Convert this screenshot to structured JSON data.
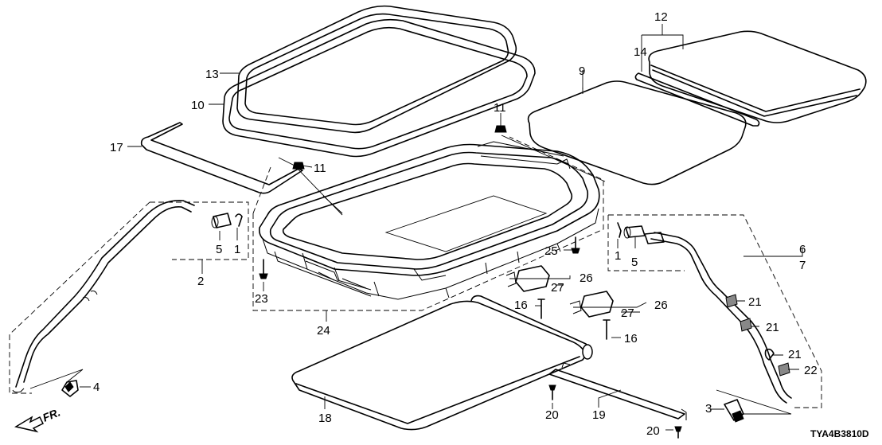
{
  "diagram": {
    "code": "TYA4B3810D",
    "direction_label": "FR.",
    "callouts": {
      "c1a": "1",
      "c1b": "1",
      "c2": "2",
      "c3": "3",
      "c4": "4",
      "c5a": "5",
      "c5b": "5",
      "c6": "6",
      "c7": "7",
      "c9": "9",
      "c10": "10",
      "c11a": "11",
      "c11b": "11",
      "c12": "12",
      "c13": "13",
      "c14": "14",
      "c16a": "16",
      "c16b": "16",
      "c17": "17",
      "c18": "18",
      "c19": "19",
      "c20a": "20",
      "c20b": "20",
      "c21a": "21",
      "c21b": "21",
      "c21c": "21",
      "c22": "22",
      "c23": "23",
      "c24": "24",
      "c25": "25",
      "c26a": "26",
      "c26b": "26",
      "c27a": "27",
      "c27b": "27"
    }
  }
}
